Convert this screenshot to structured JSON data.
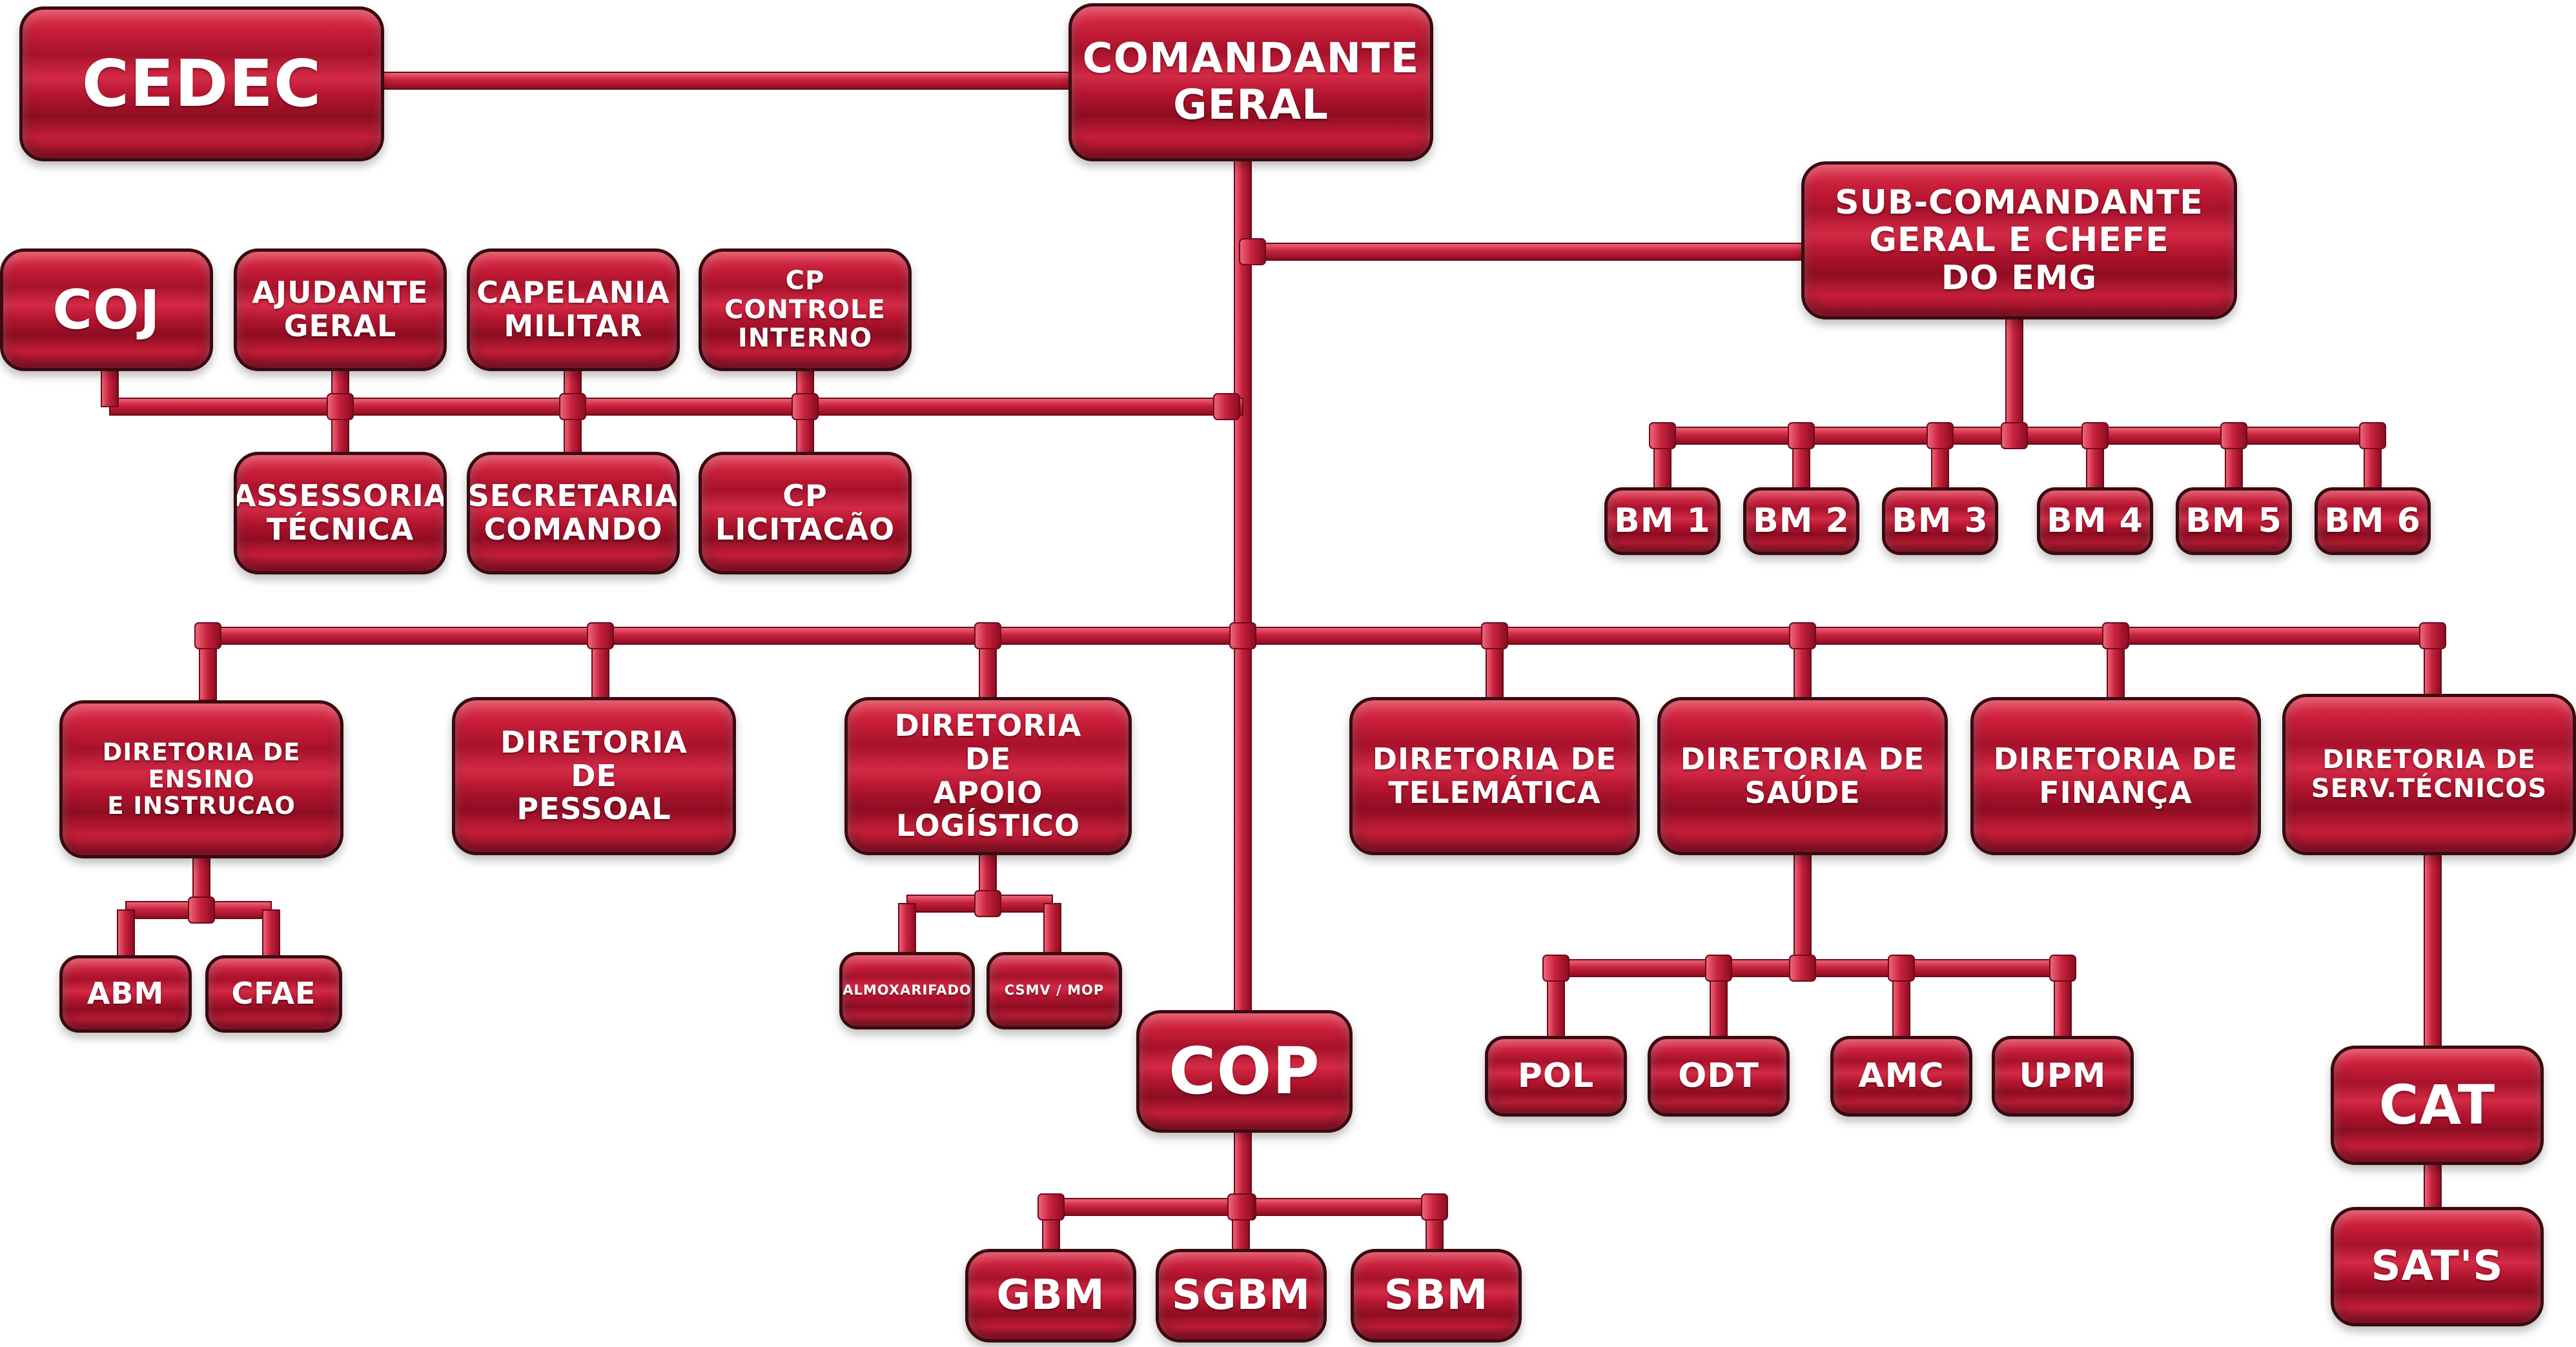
{
  "colors": {
    "box_fill": "#c41e38",
    "box_border": "#3a0a10",
    "pipe": "#c8233e",
    "text": "#ffffff"
  },
  "nodes": {
    "cedec": "CEDEC",
    "comandante_geral": "COMANDANTE\nGERAL",
    "sub_comandante": "SUB-COMANDANTE\nGERAL E CHEFE\nDO EMG",
    "coj": "COJ",
    "ajudante_geral": "AJUDANTE\nGERAL",
    "capelania_militar": "CAPELANIA\nMILITAR",
    "cp_controle_interno": "CP\nCONTROLE\nINTERNO",
    "assessoria_tecnica": "ASSESSORIA\nTÉCNICA",
    "secretaria_comando": "SECRETARIA\nCOMANDO",
    "cp_licitacao": "CP\nLICITACÃO",
    "bm1": "BM 1",
    "bm2": "BM 2",
    "bm3": "BM 3",
    "bm4": "BM 4",
    "bm5": "BM 5",
    "bm6": "BM 6",
    "dir_ensino": "DIRETORIA DE ENSINO\nE INSTRUCAO",
    "dir_pessoal": "DIRETORIA\nDE\nPESSOAL",
    "dir_apoio": "DIRETORIA\nDE\nAPOIO LOGÍSTICO",
    "dir_telematica": "DIRETORIA DE\nTELEMÁTICA",
    "dir_saude": "DIRETORIA DE\nSAÚDE",
    "dir_financa": "DIRETORIA DE\nFINANÇA",
    "dir_serv_tecnicos": "DIRETORIA DE\nSERV.TÉCNICOS",
    "abm": "ABM",
    "cfae": "CFAE",
    "almoxarifado": "ALMOXARIFADO",
    "csmv_mop": "CSMV / MOP",
    "cop": "COP",
    "gbm": "GBM",
    "sgbm": "SGBM",
    "sbm": "SBM",
    "pol": "POL",
    "odt": "ODT",
    "amc": "AMC",
    "upm": "UPM",
    "cat": "CAT",
    "sats": "SAT'S"
  }
}
